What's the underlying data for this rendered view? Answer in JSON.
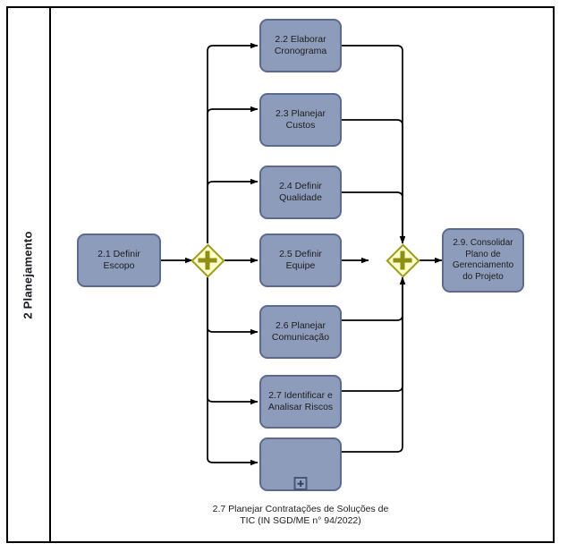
{
  "pool": {
    "lane_label": "2 Planejamento"
  },
  "nodes": {
    "start_task": {
      "label": "2.1 Definir\nEscopo",
      "name": "task-2-1-definir-escopo"
    },
    "split_gateway": {
      "name": "parallel-gateway-split",
      "type": "parallel-gateway",
      "marker": "plus-icon"
    },
    "join_gateway": {
      "name": "parallel-gateway-join",
      "type": "parallel-gateway",
      "marker": "plus-icon"
    },
    "final_task": {
      "label": "2.9. Consolidar\nPlano de\nGerenciamento\ndo Projeto",
      "name": "task-2-9-consolidar-plano"
    },
    "parallel_tasks": [
      {
        "label": "2.2 Elaborar\nCronograma",
        "name": "task-2-2-elaborar-cronograma"
      },
      {
        "label": "2.3 Planejar\nCustos",
        "name": "task-2-3-planejar-custos"
      },
      {
        "label": "2.4 Definir\nQualidade",
        "name": "task-2-4-definir-qualidade"
      },
      {
        "label": "2.5 Definir\nEquipe",
        "name": "task-2-5-definir-equipe"
      },
      {
        "label": "2.6 Planejar\nComunicação",
        "name": "task-2-6-planejar-comunicacao"
      },
      {
        "label": "2.7 Identificar e\nAnalisar Riscos",
        "name": "task-2-7-identificar-analisar-riscos"
      }
    ],
    "subprocess": {
      "label": "",
      "caption": "2.7 Planejar Contratações de Soluções de\nTIC (IN SGD/ME n° 94/2022)",
      "name": "subprocess-2-7-planejar-contratacoes",
      "marker": "collapsed-plus-icon"
    }
  },
  "colors": {
    "task_fill": "#8e9cbb",
    "task_border": "#5c6a91",
    "gateway_fill": "#ffffcc",
    "gateway_border": "#9c9c20",
    "gateway_marker": "#8e8e13",
    "connector": "#000000",
    "pool_border": "#000000",
    "text": "#1d1d1d",
    "lane_text": "#1b1b26"
  }
}
